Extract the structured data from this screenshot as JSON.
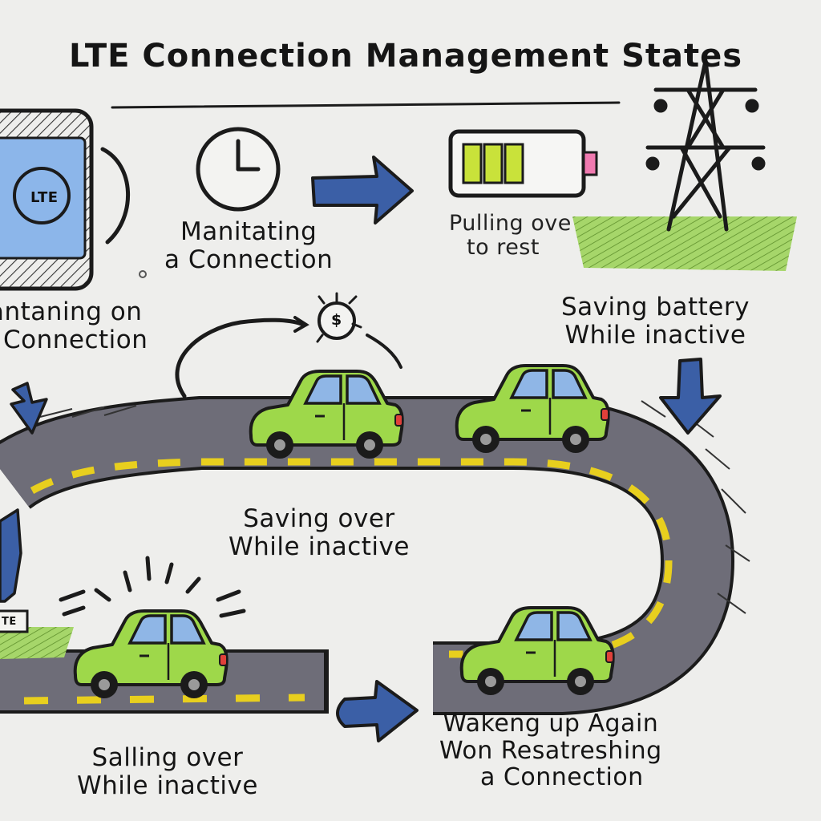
{
  "title": "LTE Connection Management States",
  "phone_screen_label": "LTE",
  "labels": {
    "maintaining": [
      "Manitating",
      "a Connection"
    ],
    "left": [
      "antaning on",
      "Connection"
    ],
    "pulling_over": [
      "Pulling ove",
      "to rest"
    ],
    "saving_battery": [
      "Saving battery",
      "While inactive"
    ],
    "middle": [
      "Saving over",
      "While inactive"
    ],
    "bottom_left": [
      "Salling over",
      "While inactive"
    ],
    "waking": [
      "Wakeng up Again",
      "Won Resatreshing",
      "a Connection"
    ]
  },
  "small_sign_label": "TE",
  "coin_symbol": "$",
  "colors": {
    "background": "#eeeeec",
    "road": "#6e6d78",
    "road_lines": "#e8cf1e",
    "car_body": "#9ed84a",
    "car_window": "#8fb6e6",
    "phone_screen": "#8cb6ea",
    "arrow": "#3b5fa6",
    "grass": "#a6d66a",
    "battery_fill": "#c9e23a",
    "battery_tip": "#f07ab0"
  }
}
